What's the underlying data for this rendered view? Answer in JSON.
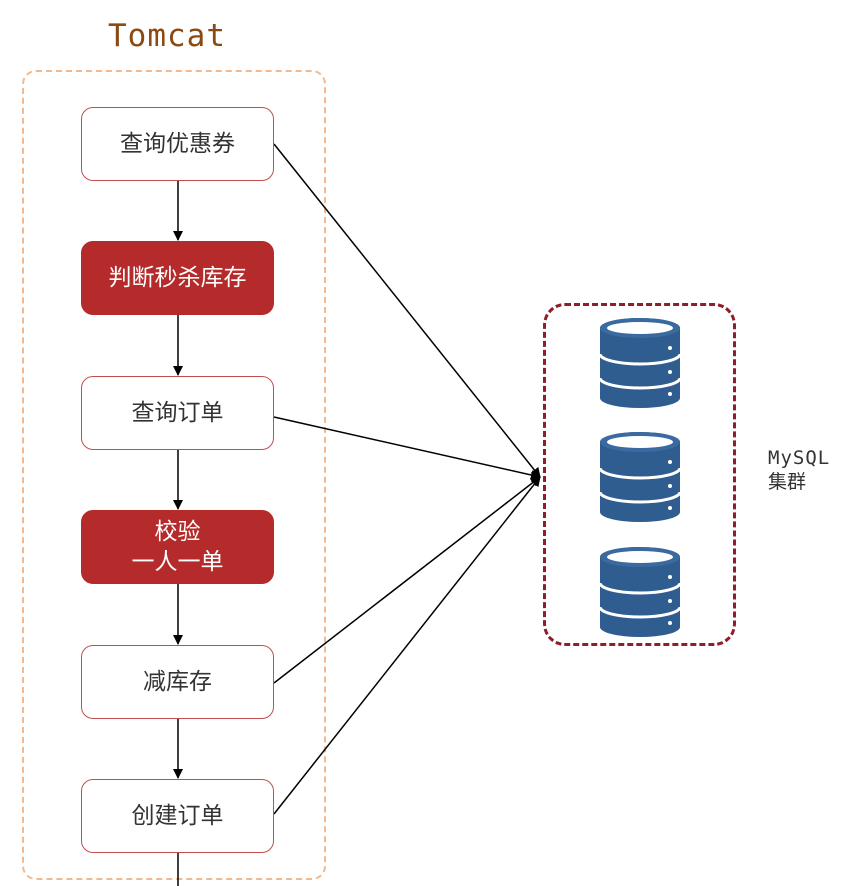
{
  "container": {
    "title": "Tomcat"
  },
  "steps": [
    {
      "id": "query-coupon",
      "label": "查询优惠券",
      "highlight": false
    },
    {
      "id": "check-stock",
      "label": "判断秒杀库存",
      "highlight": true
    },
    {
      "id": "query-order",
      "label": "查询订单",
      "highlight": false
    },
    {
      "id": "one-per-user",
      "label": "校验\n一人一单",
      "highlight": true
    },
    {
      "id": "reduce-stock",
      "label": "减库存",
      "highlight": false
    },
    {
      "id": "create-order",
      "label": "创建订单",
      "highlight": false
    }
  ],
  "cluster": {
    "name": "MySQL",
    "label": "集群",
    "database_count": 3,
    "accessed_by": [
      "query-coupon",
      "query-order",
      "reduce-stock",
      "create-order"
    ]
  },
  "colors": {
    "title": "#8a4b12",
    "container_border": "#f0b98f",
    "highlight_fill": "#b52a2a",
    "step_border": "#c0504d",
    "cluster_border": "#8c1f2a",
    "database": "#2f5d8f",
    "arrow": "#000000"
  }
}
